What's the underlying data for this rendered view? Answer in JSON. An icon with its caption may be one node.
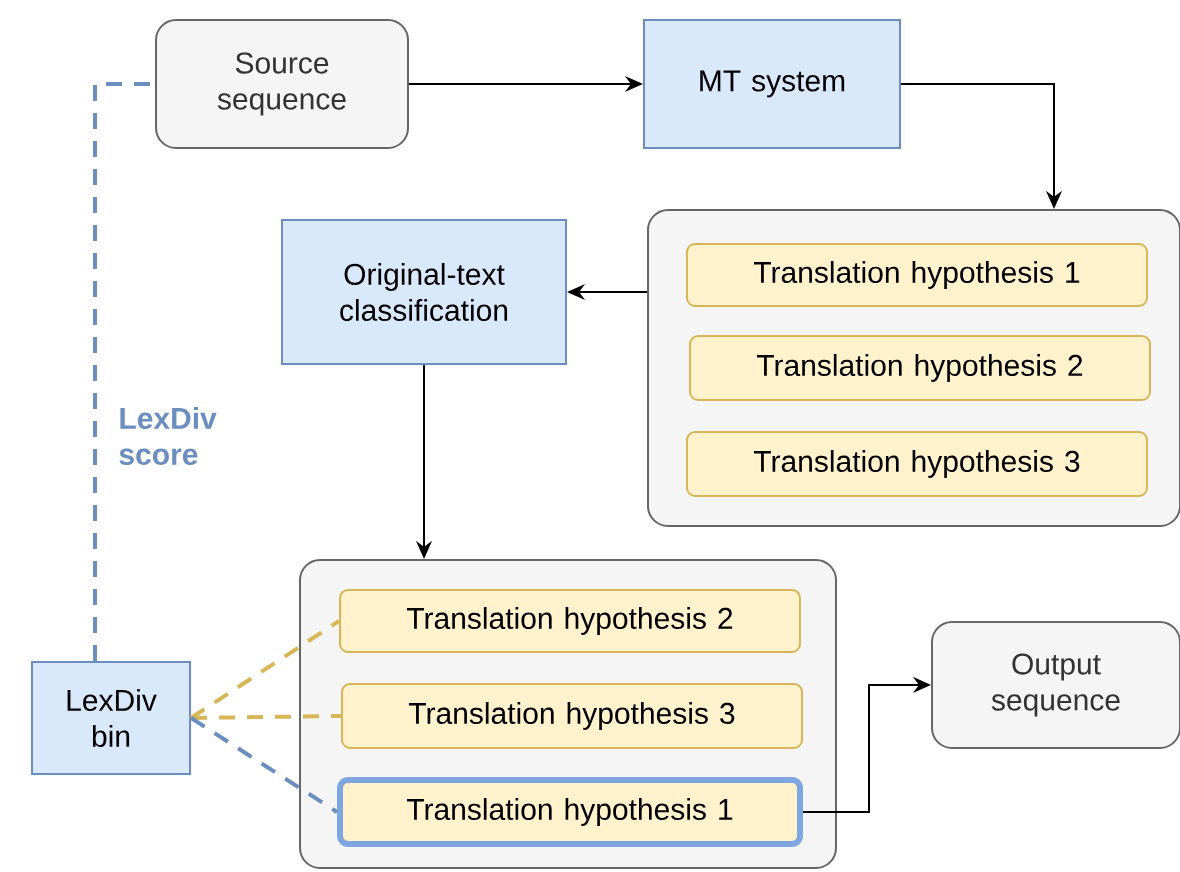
{
  "diagram": {
    "nodes": [
      {
        "text": [
          "Source sequence"
        ]
      },
      {
        "text": [
          "MT system"
        ]
      },
      {
        "text": [],
        "shape": "box"
      },
      {
        "text": [
          "Translation hypothesis 1"
        ],
        "in": 2
      },
      {
        "text": [
          "Translation hypothesis 2"
        ],
        "in": 2
      },
      {
        "text": [
          "Translation hypothesis 3"
        ],
        "in": 2
      },
      {
        "text": [
          "Original-text classification"
        ]
      },
      {
        "text": [],
        "shape": "box"
      },
      {
        "text": [
          "Translation hypothesis 2"
        ],
        "in": 7
      },
      {
        "text": [
          "Translation hypothesis 3"
        ],
        "in": 7
      },
      {
        "text": [
          "Translation hypothesis 1"
        ],
        "in": 7
      },
      {
        "text": [
          "Output sequence"
        ]
      },
      {
        "text": [
          "LexDiv bin"
        ]
      }
    ],
    "edges": [
      {
        "from": 0,
        "to": 1,
        "arrow": "to"
      },
      {
        "from": 1,
        "to": 2,
        "arrow": "to"
      },
      {
        "from": 2,
        "to": 6,
        "arrow": "to"
      },
      {
        "from": 6,
        "to": 7,
        "arrow": "to"
      },
      {
        "from": 10,
        "to": 11,
        "arrow": "to"
      },
      {
        "from": 12,
        "to": 0,
        "arrow": "none",
        "style": "dashed",
        "color": "#6c8ebf",
        "label": "LexDiv score"
      },
      {
        "from": 12,
        "to": 8,
        "arrow": "none",
        "style": "dashed",
        "color": "#d6b656"
      },
      {
        "from": 12,
        "to": 9,
        "arrow": "none",
        "style": "dashed",
        "color": "#d6b656"
      },
      {
        "from": 12,
        "to": 10,
        "arrow": "none",
        "style": "dashed",
        "color": "#6c8ebf"
      }
    ]
  }
}
